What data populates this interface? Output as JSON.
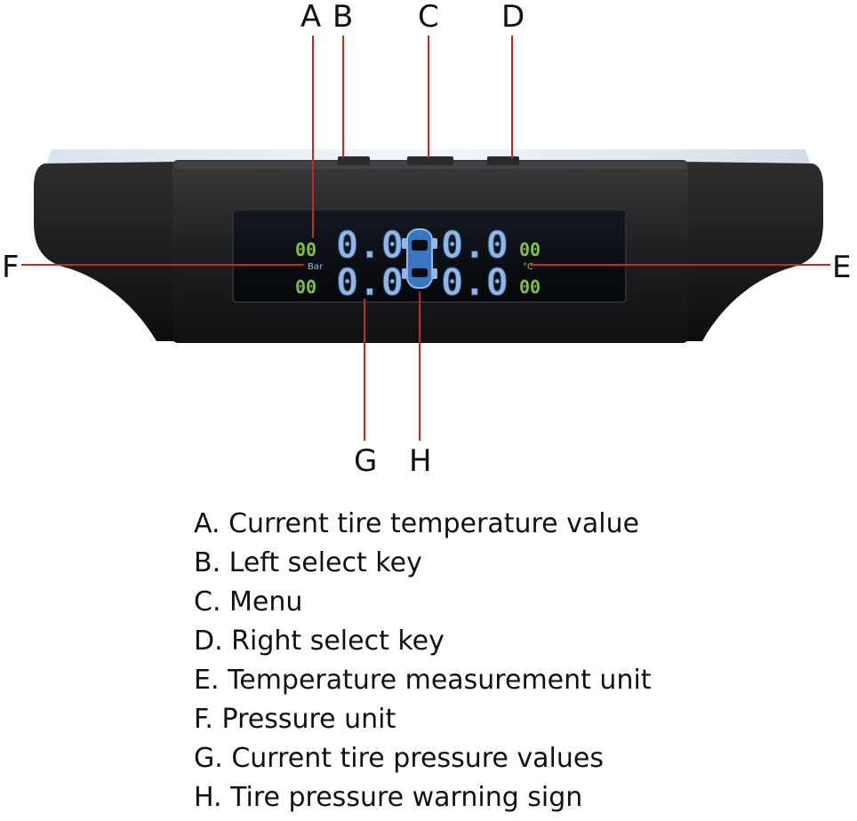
{
  "device": {
    "pressure_readings": [
      "0.0",
      "0.0",
      "0.0",
      "0.0"
    ],
    "temperature_readings": [
      "00",
      "00",
      "00",
      "00"
    ],
    "pressure_unit": "Bar",
    "temperature_unit": "°C"
  },
  "callouts": [
    "A",
    "B",
    "C",
    "D",
    "E",
    "F",
    "G",
    "H"
  ],
  "legend": [
    "A. Current tire temperature value",
    "B. Left select key",
    "C. Menu",
    "D. Right select key",
    "E. Temperature measurement unit",
    "F. Pressure unit",
    "G. Current tire pressure values",
    "H. Tire pressure warning sign"
  ],
  "colors": {
    "body": "#1c1c1e",
    "screen": "#0b0d12",
    "pressure_digits": "#8fb8e8",
    "temperature_digits": "#7cc243",
    "leader_line": "#c62828",
    "car_icon": "#4a90d9"
  }
}
